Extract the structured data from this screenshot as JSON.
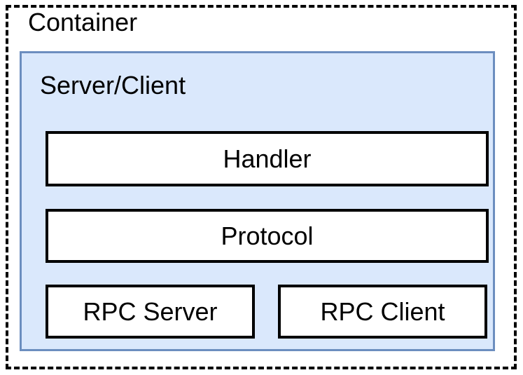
{
  "diagram": {
    "type": "nested-block-architecture-diagram",
    "container": {
      "label": "Container",
      "border_style": "dashed",
      "border_color": "#000000",
      "fill_color": "#ffffff"
    },
    "server_client": {
      "label": "Server/Client",
      "border_style": "solid",
      "border_color": "#6c8ebf",
      "fill_color": "#dae8fc"
    },
    "components": [
      {
        "label": "Handler",
        "fill_color": "#ffffff",
        "border_color": "#000000",
        "row": 1,
        "span": "full"
      },
      {
        "label": "Protocol",
        "fill_color": "#ffffff",
        "border_color": "#000000",
        "row": 2,
        "span": "full"
      },
      {
        "label": "RPC Server",
        "fill_color": "#ffffff",
        "border_color": "#000000",
        "row": 3,
        "span": "half-left"
      },
      {
        "label": "RPC Client",
        "fill_color": "#ffffff",
        "border_color": "#000000",
        "row": 3,
        "span": "half-right"
      }
    ]
  }
}
